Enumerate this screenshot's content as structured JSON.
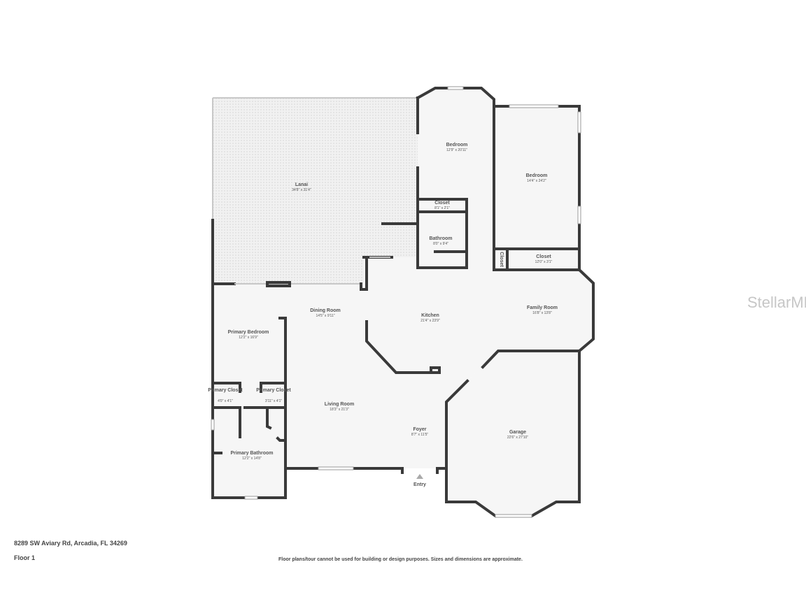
{
  "address": "8289 SW Aviary Rd, Arcadia, FL 34269",
  "floor": "Floor 1",
  "disclaimer": "Floor plans/tour cannot be used for building or design purposes. Sizes and dimensions are approximate.",
  "watermark": "StellarMLS",
  "entry_label": "Entry",
  "colors": {
    "wall": "#3a3a3a",
    "floor": "#f6f6f6",
    "background": "#ffffff"
  },
  "rooms": [
    {
      "name": "Lanai",
      "dims": "34'8\" x 31'4\""
    },
    {
      "name": "Bedroom",
      "dims": "12'9\" x 20'11\""
    },
    {
      "name": "Bedroom",
      "dims": "14'4\" x 24'2\""
    },
    {
      "name": "Closet",
      "dims": "8'1\" x 2'1\""
    },
    {
      "name": "Bathroom",
      "dims": "8'0\" x 9'4\""
    },
    {
      "name": "Closet",
      "dims": ""
    },
    {
      "name": "Closet",
      "dims": "12'0\" x 3'1\""
    },
    {
      "name": "Dining Room",
      "dims": "14'5\" x 9'11\""
    },
    {
      "name": "Kitchen",
      "dims": "21'4\" x 23'9\""
    },
    {
      "name": "Family Room",
      "dims": "16'8\" x 13'8\""
    },
    {
      "name": "Primary Bedroom",
      "dims": "12'2\" x 16'9\""
    },
    {
      "name": "Primary Closet",
      "dims": "4'0\" x 4'1\""
    },
    {
      "name": "Primary Closet",
      "dims": "3'11\" x 4'1\""
    },
    {
      "name": "Living Room",
      "dims": "18'3\" x 21'3\""
    },
    {
      "name": "Foyer",
      "dims": "8'7\" x 11'5\""
    },
    {
      "name": "Garage",
      "dims": "22'6\" x 27'10\""
    },
    {
      "name": "Primary Bathroom",
      "dims": "12'2\" x 14'8\""
    }
  ]
}
